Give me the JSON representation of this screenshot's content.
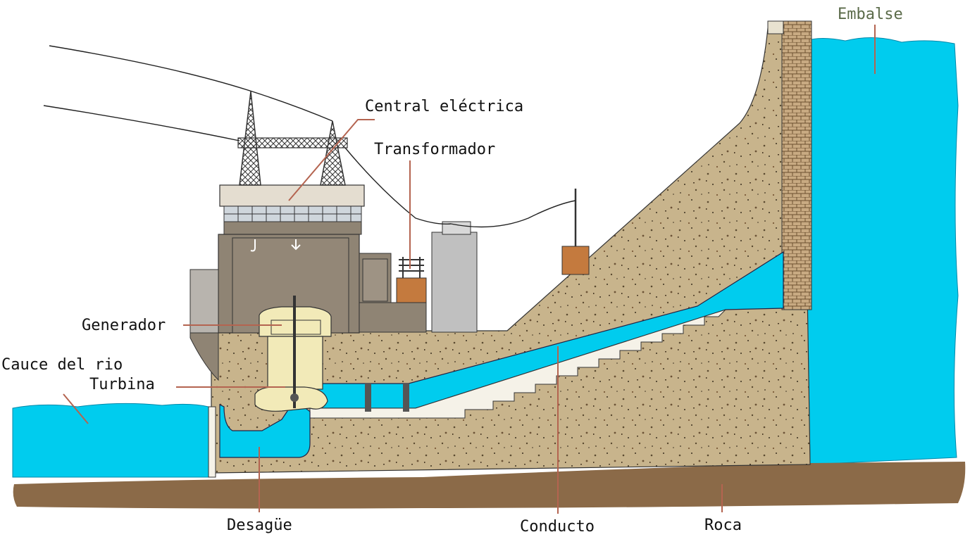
{
  "labels": {
    "central": "Central eléctrica",
    "transformador": "Transformador",
    "generador": "Generador",
    "cauce": "Cauce del rio",
    "turbina": "Turbina",
    "desague": "Desagüe",
    "conducto": "Conducto",
    "roca": "Roca",
    "embalse": "Embalse"
  },
  "colors": {
    "water": "#00ccee",
    "concrete": "#c8b48c",
    "rock": "#8b6a48",
    "building": "#8f8474",
    "leader": "#b46450",
    "generator": "#f2eab8",
    "brick": "#c8aa82"
  }
}
